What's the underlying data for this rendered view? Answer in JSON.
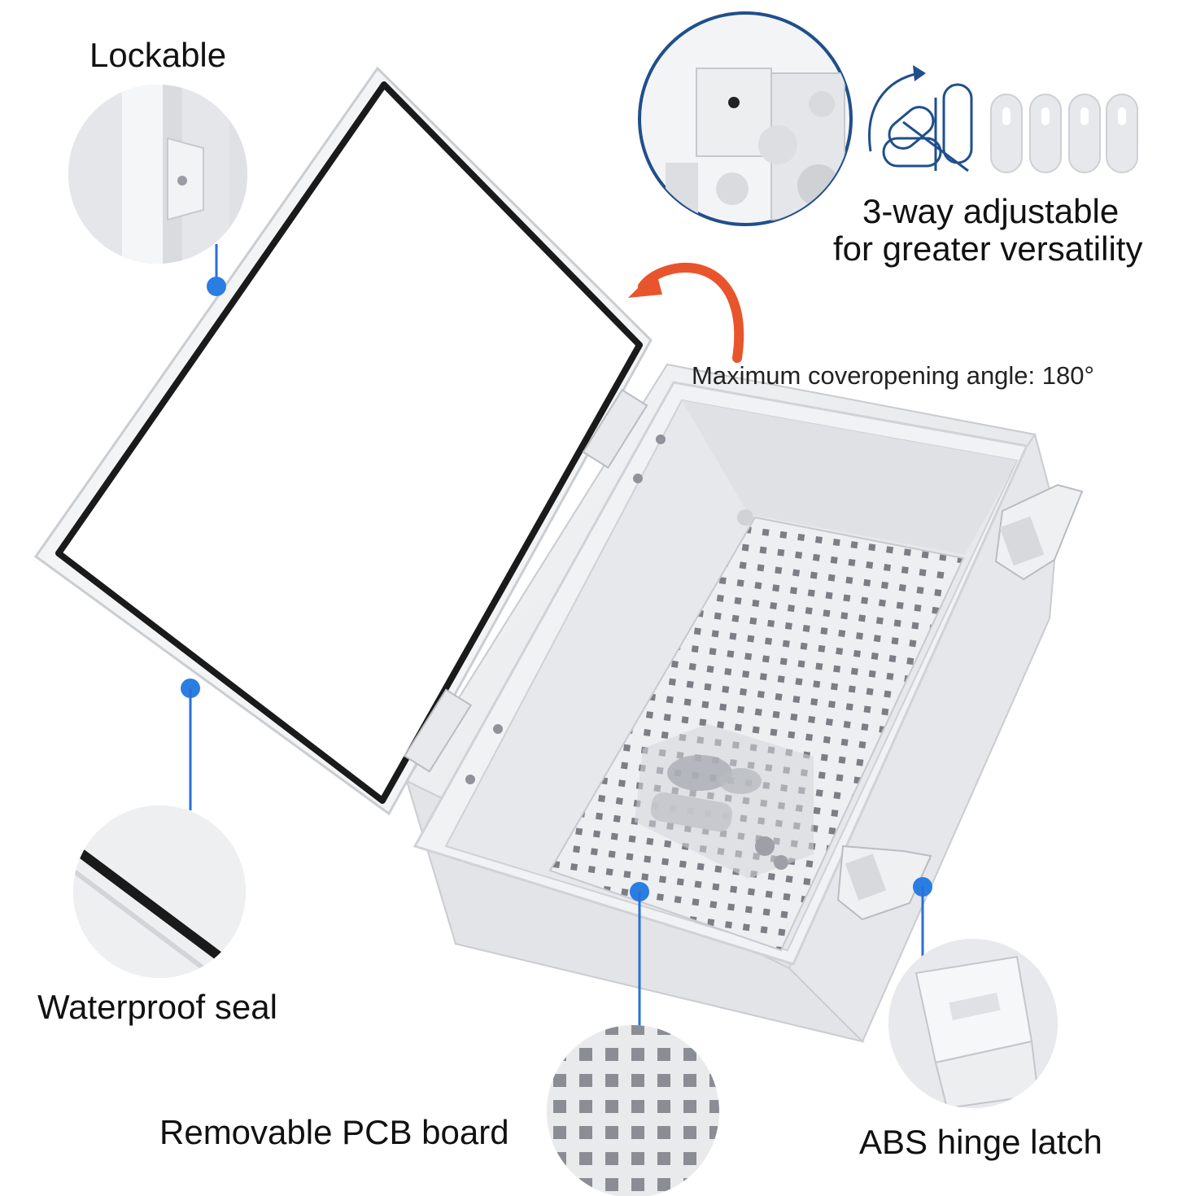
{
  "labels": {
    "lockable": "Lockable",
    "adjustable_line1": "3-way adjustable",
    "adjustable_line2": "for greater versatility",
    "opening_angle": "Maximum coveropening angle: 180°",
    "waterproof_seal": "Waterproof seal",
    "pcb_board": "Removable PCB board",
    "hinge_latch": "ABS hinge latch"
  },
  "colors": {
    "callout_dot": "#2a7de1",
    "callout_line": "#2a6fd6",
    "arrow": "#e8552c",
    "bracket_blue": "#1f4f8c",
    "enclosure": "#ecedef",
    "seal": "#1a1a1a"
  },
  "icons": {
    "arrow": "curved-open-arrow-icon",
    "bracket": "mounting-bracket-icon"
  }
}
